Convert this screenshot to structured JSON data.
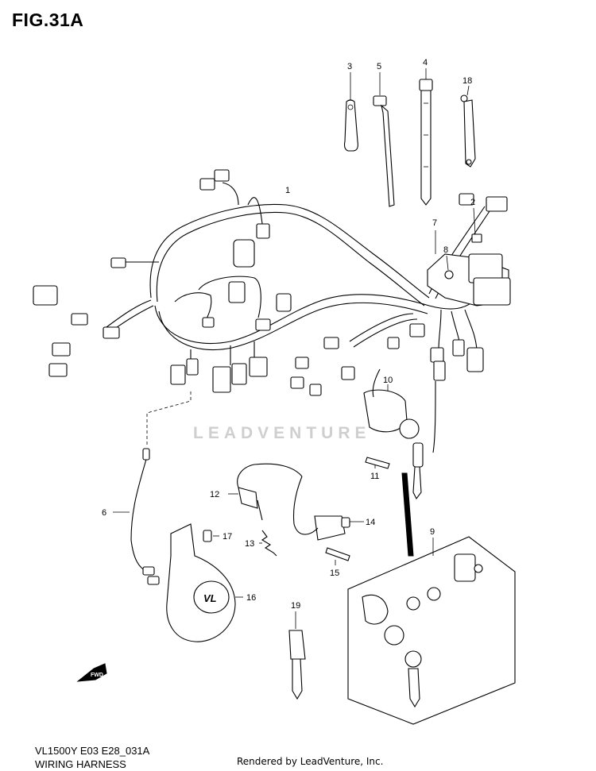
{
  "figure": {
    "title": "FIG.31A",
    "model_code": "VL1500Y E03 E28_031A",
    "name": "WIRING HARNESS",
    "credit": "Rendered by LeadVenture, Inc.",
    "watermark": "LEADVENTURE",
    "fwd_label": "FWD",
    "emblem_text": "VL"
  },
  "callouts": [
    {
      "id": "callout-1",
      "number": "1"
    },
    {
      "id": "callout-2",
      "number": "2"
    },
    {
      "id": "callout-3",
      "number": "3"
    },
    {
      "id": "callout-4",
      "number": "4"
    },
    {
      "id": "callout-5",
      "number": "5"
    },
    {
      "id": "callout-6",
      "number": "6"
    },
    {
      "id": "callout-7",
      "number": "7"
    },
    {
      "id": "callout-8",
      "number": "8"
    },
    {
      "id": "callout-9",
      "number": "9"
    },
    {
      "id": "callout-10",
      "number": "10"
    },
    {
      "id": "callout-11",
      "number": "11"
    },
    {
      "id": "callout-12",
      "number": "12"
    },
    {
      "id": "callout-13",
      "number": "13"
    },
    {
      "id": "callout-14",
      "number": "14"
    },
    {
      "id": "callout-15",
      "number": "15"
    },
    {
      "id": "callout-16",
      "number": "16"
    },
    {
      "id": "callout-17",
      "number": "17"
    },
    {
      "id": "callout-18",
      "number": "18"
    },
    {
      "id": "callout-19",
      "number": "19"
    }
  ]
}
